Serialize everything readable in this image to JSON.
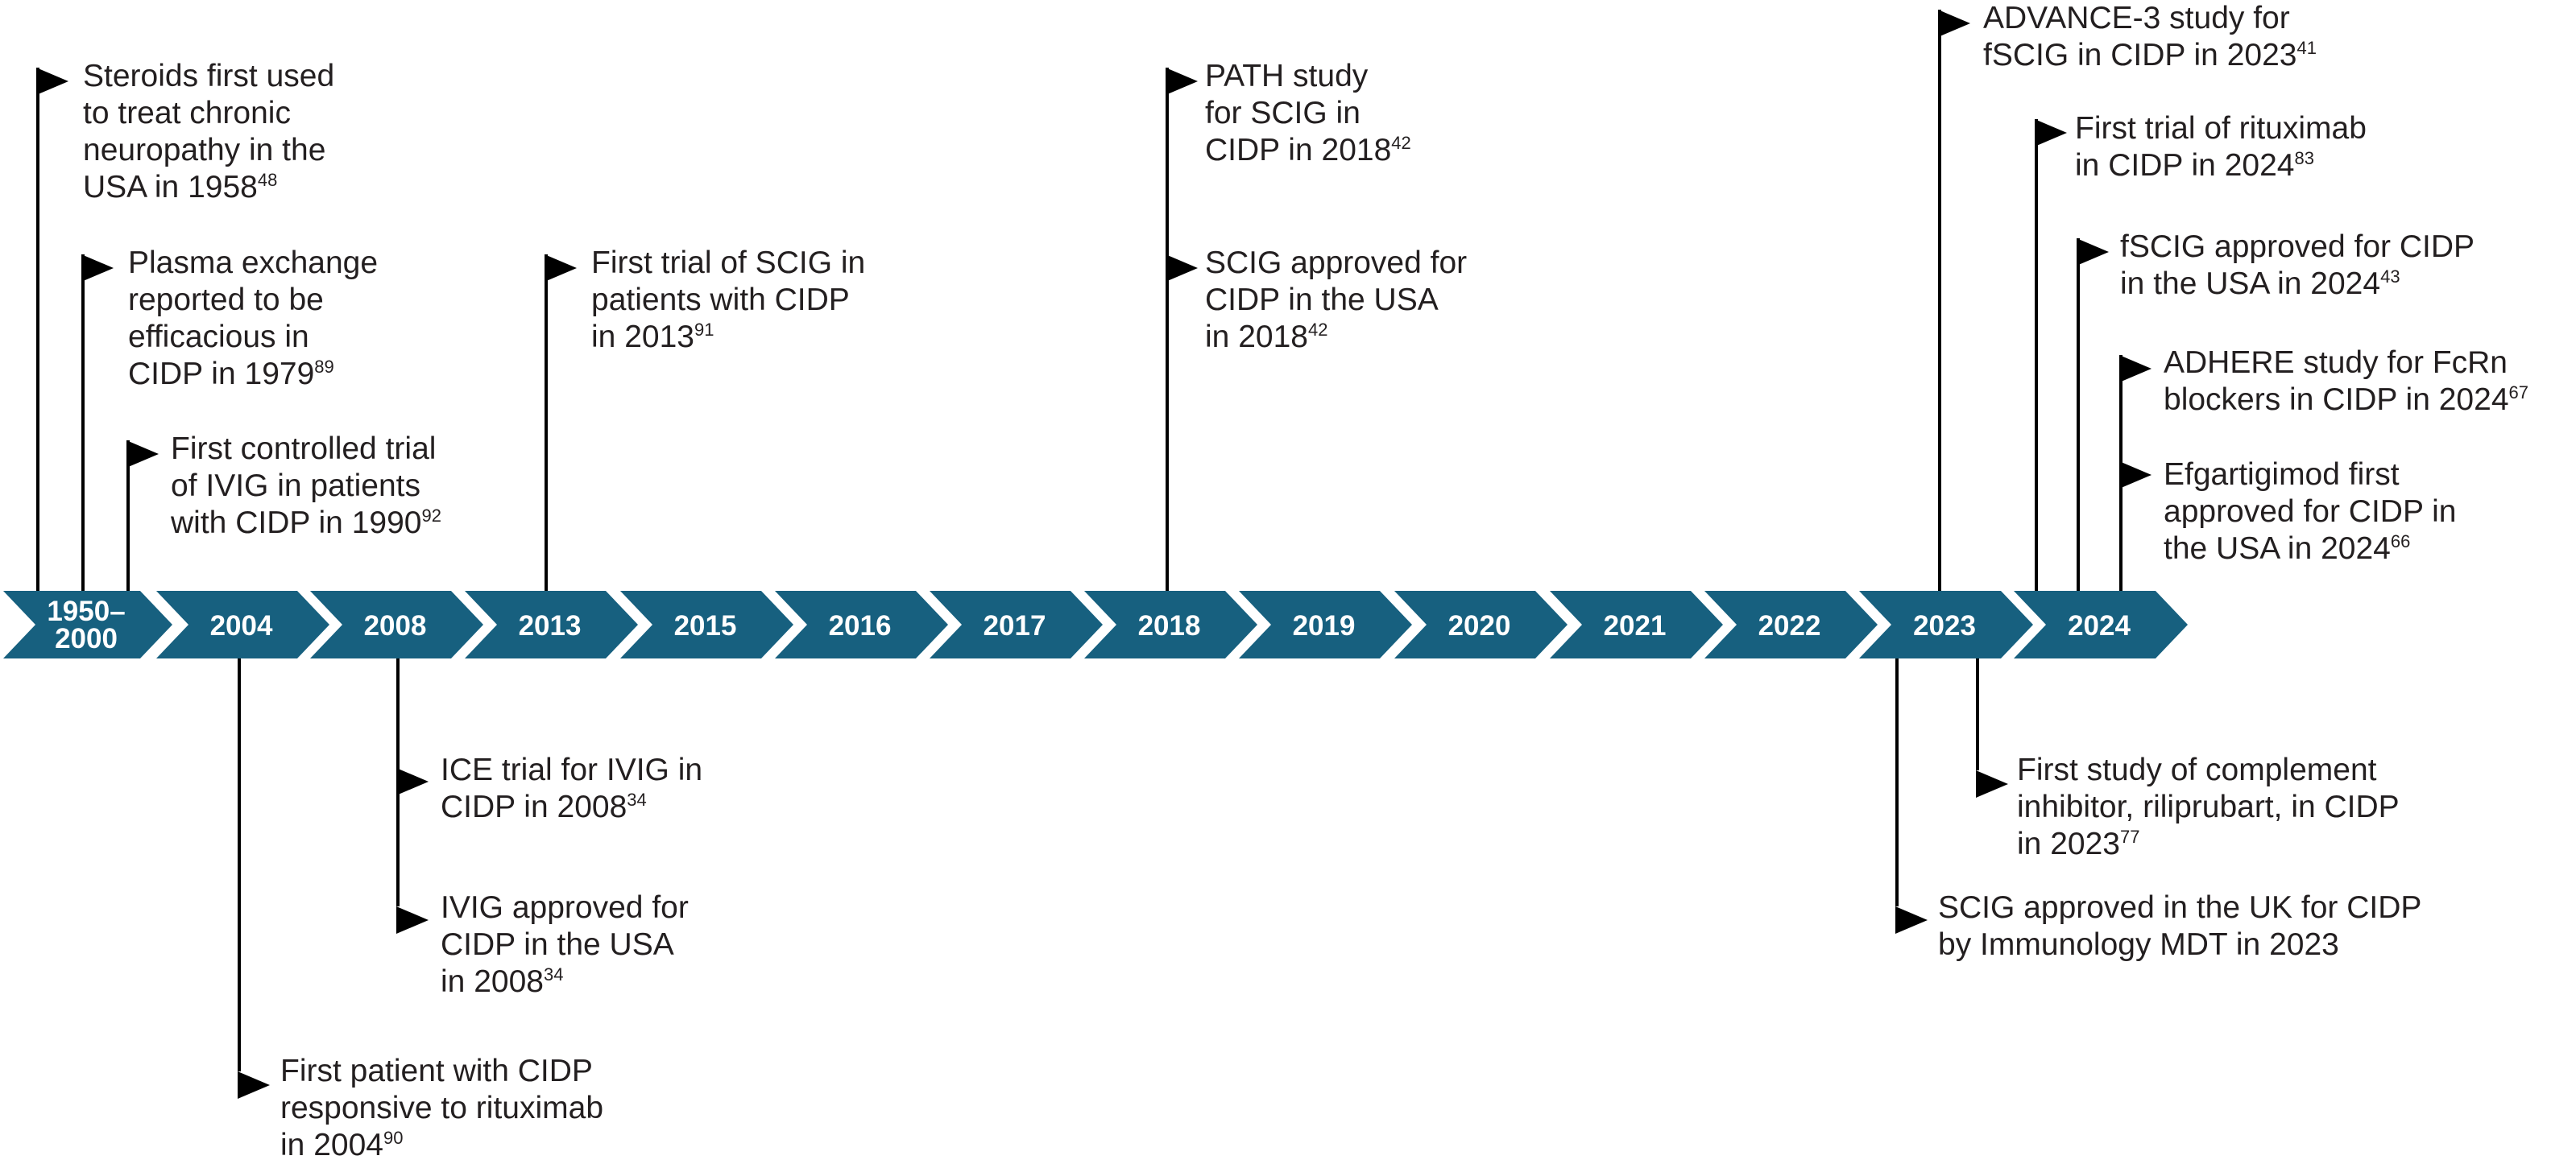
{
  "timeline": {
    "years": [
      "1950–\n2000",
      "2004",
      "2008",
      "2013",
      "2015",
      "2016",
      "2017",
      "2018",
      "2019",
      "2020",
      "2021",
      "2022",
      "2023",
      "2024"
    ],
    "colors": {
      "chevron": "#17607f",
      "chevron_text": "#ffffff",
      "stem": "#000000",
      "text": "#231f20"
    }
  },
  "events": {
    "steroids": {
      "lines": [
        "Steroids first used",
        "to treat chronic",
        "neuropathy in the",
        "USA in 1958"
      ],
      "ref": "48"
    },
    "plasma": {
      "lines": [
        "Plasma exchange",
        "reported to be",
        "efficacious in",
        "CIDP in 1979"
      ],
      "ref": "89"
    },
    "ivig_trial": {
      "lines": [
        "First controlled trial",
        "of IVIG in patients",
        "with CIDP in 1990"
      ],
      "ref": "92"
    },
    "scig_trial": {
      "lines": [
        "First trial of SCIG in",
        "patients with CIDP",
        "in 2013"
      ],
      "ref": "91"
    },
    "path": {
      "lines": [
        "PATH study",
        "for SCIG in",
        "CIDP in 2018"
      ],
      "ref": "42"
    },
    "scig_usa": {
      "lines": [
        "SCIG approved for",
        "CIDP in the USA",
        "in 2018"
      ],
      "ref": "42"
    },
    "advance": {
      "lines": [
        "ADVANCE-3 study for",
        "fSCIG in CIDP in 2023"
      ],
      "ref": "41"
    },
    "rituximab_trial": {
      "lines": [
        "First trial of rituximab",
        "in CIDP in 2024"
      ],
      "ref": "83"
    },
    "fscig_usa": {
      "lines": [
        "fSCIG approved for CIDP",
        "in the USA in 2024"
      ],
      "ref": "43"
    },
    "adhere": {
      "lines": [
        "ADHERE study for FcRn",
        "blockers in CIDP in 2024"
      ],
      "ref": "67"
    },
    "efgartigimod": {
      "lines": [
        "Efgartigimod first",
        "approved for CIDP in",
        "the USA in 2024"
      ],
      "ref": "66"
    },
    "ice": {
      "lines": [
        "ICE trial for IVIG in",
        "CIDP in 2008"
      ],
      "ref": "34"
    },
    "ivig_usa": {
      "lines": [
        "IVIG approved for",
        "CIDP in the USA",
        "in 2008"
      ],
      "ref": "34"
    },
    "rituximab_pt": {
      "lines": [
        "First patient with CIDP",
        "responsive to rituximab",
        "in 2004"
      ],
      "ref": "90"
    },
    "complement": {
      "lines": [
        "First study of complement",
        "inhibitor, riliprubart, in CIDP",
        "in 2023"
      ],
      "ref": "77"
    },
    "scig_uk": {
      "lines": [
        "SCIG approved in the UK for CIDP",
        "by Immunology MDT in 2023"
      ],
      "ref": ""
    }
  }
}
